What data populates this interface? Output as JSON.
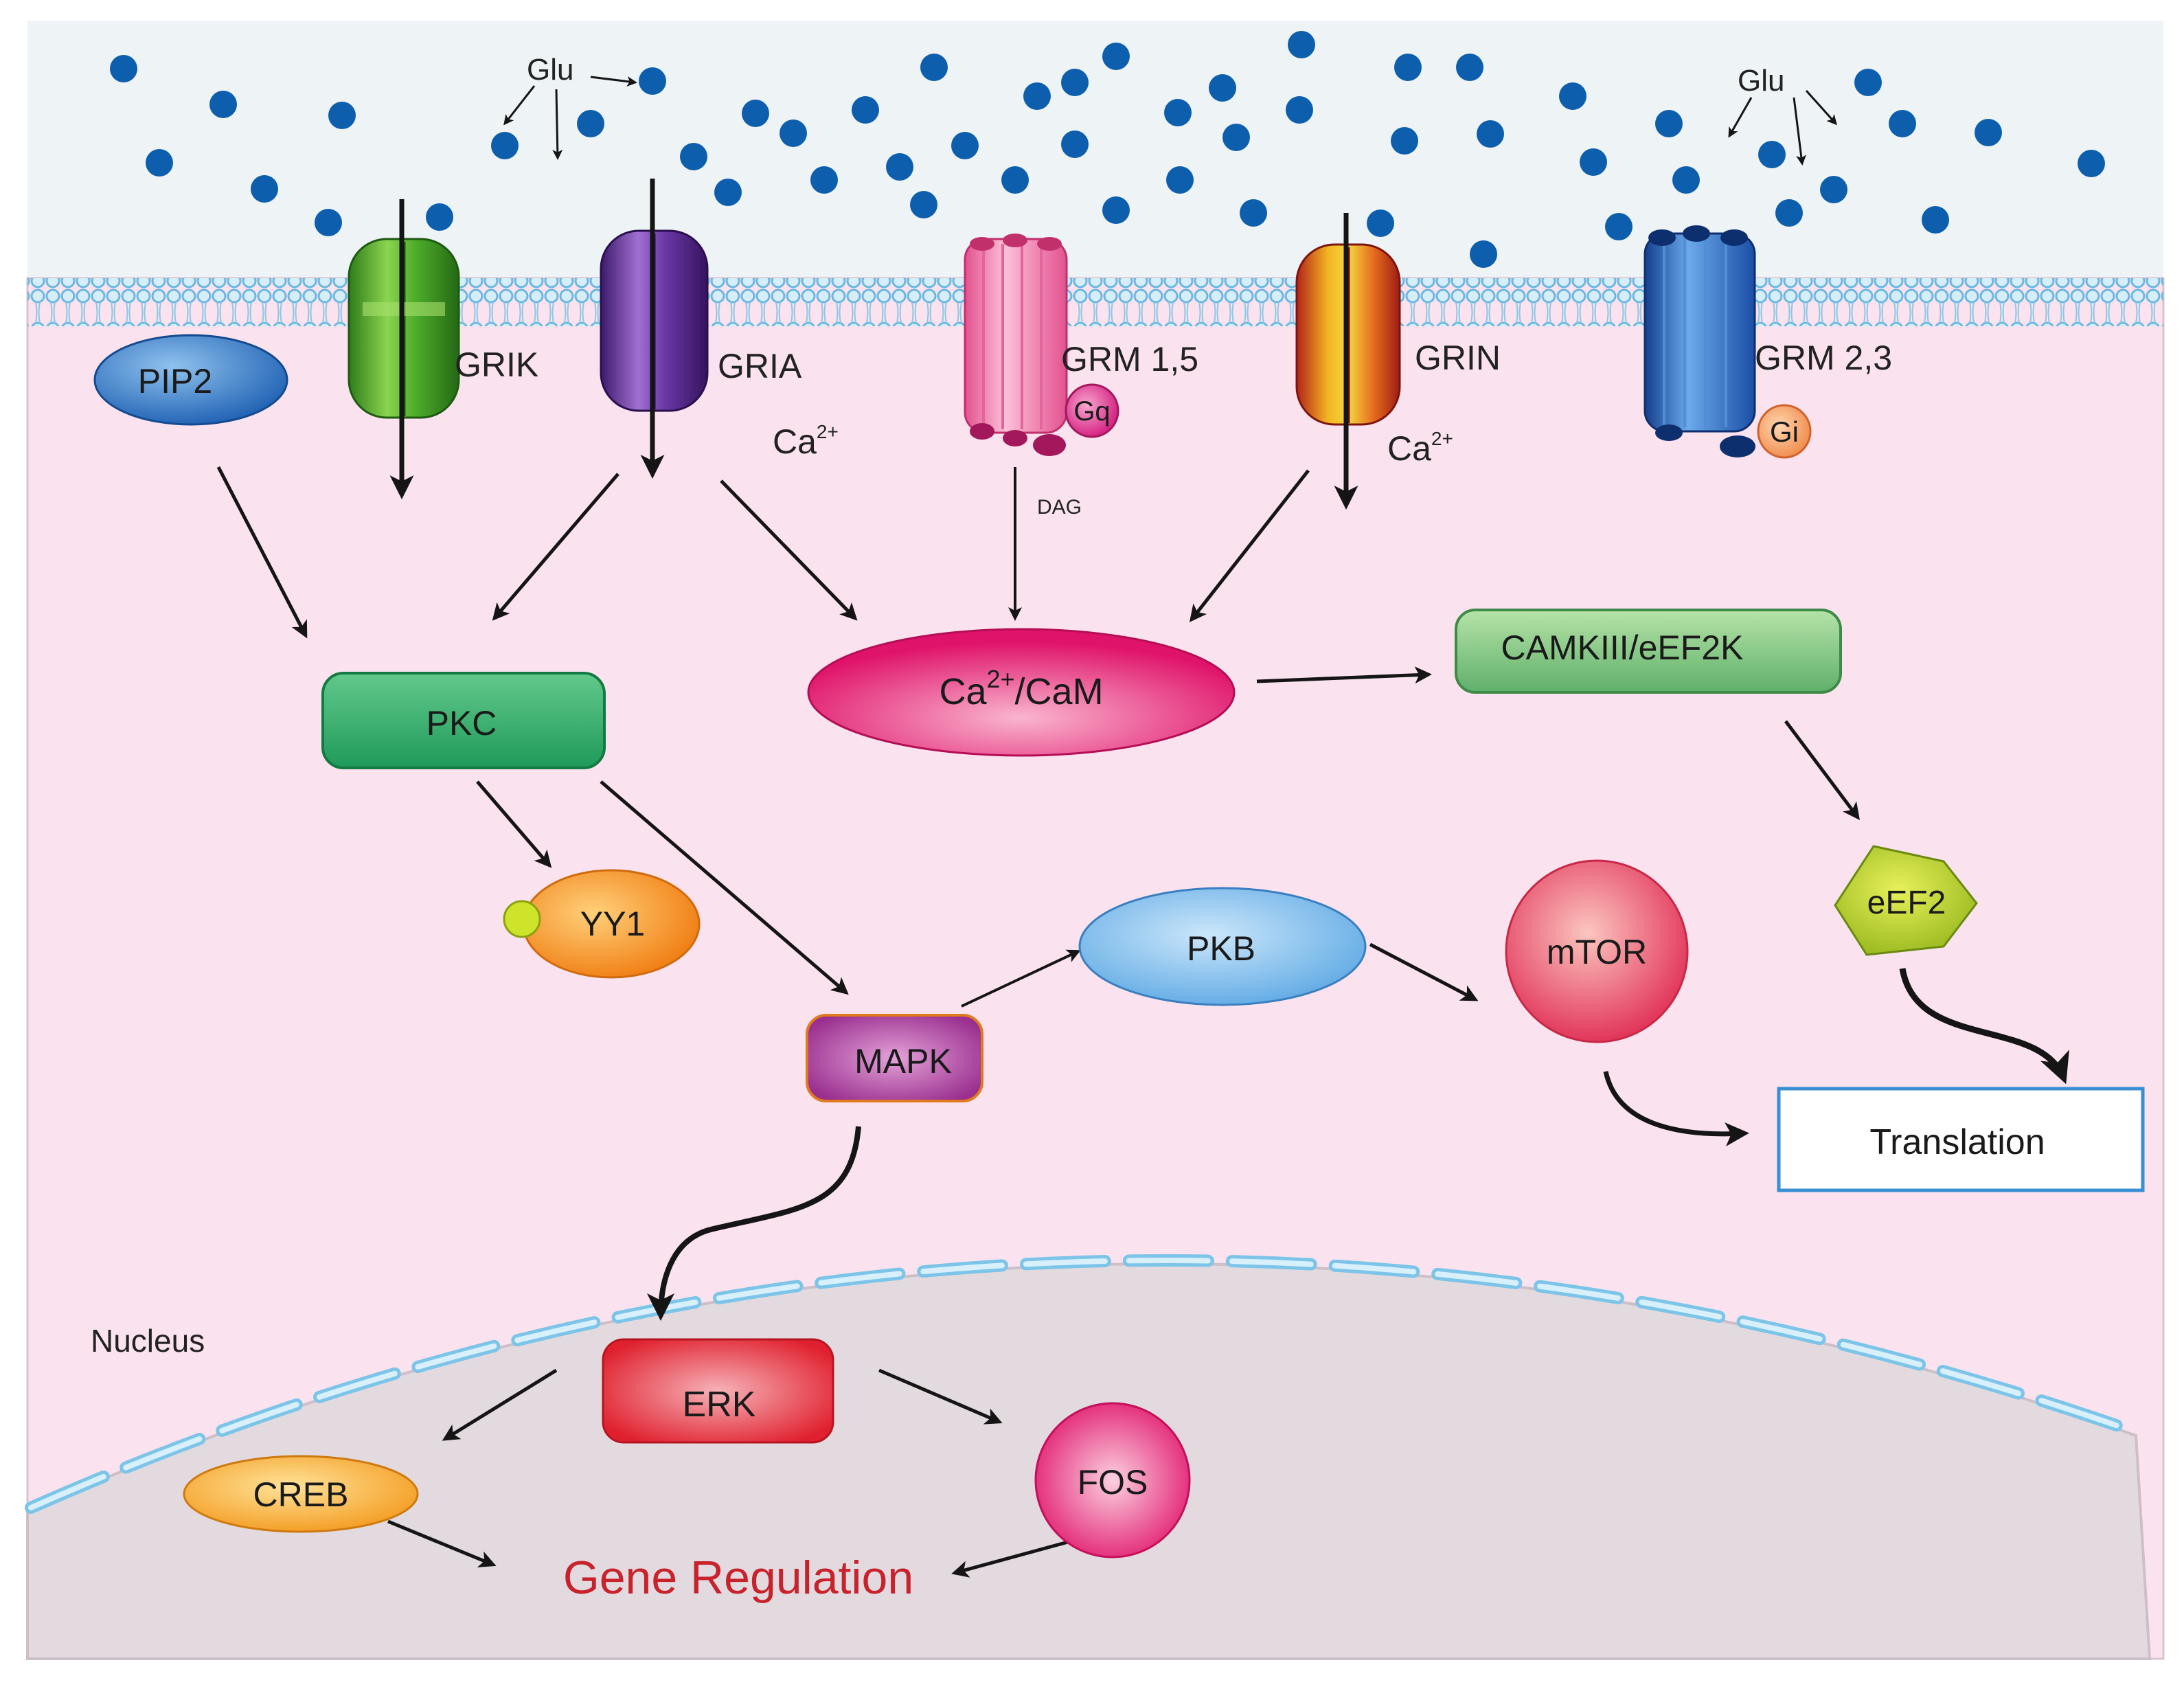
{
  "ligand": {
    "glu_left": "Glu",
    "glu_right": "Glu"
  },
  "receptors": {
    "grik": "GRIK",
    "gria": "GRIA",
    "grm15": "GRM 1,5",
    "grin": "GRIN",
    "grm23": "GRM 2,3"
  },
  "gproteins": {
    "gq": "Gq",
    "gi": "Gi"
  },
  "ions": {
    "ca_left": {
      "base": "Ca",
      "sup": "2+"
    },
    "ca_right": {
      "base": "Ca",
      "sup": "2+"
    },
    "dag": "DAG"
  },
  "nodes": {
    "pip2": "PIP2",
    "pkc": "PKC",
    "cacam": {
      "pre": "Ca",
      "sup": "2+",
      "post": "/CaM"
    },
    "camk": "CAMKIII/eEF2K",
    "yy1": "YY1",
    "mapk": "MAPK",
    "pkb": "PKB",
    "mtor": "mTOR",
    "eef2": "eEF2",
    "translation": "Translation",
    "erk": "ERK",
    "creb": "CREB",
    "fos": "FOS",
    "gene_regulation": "Gene Regulation",
    "nucleus": "Nucleus"
  },
  "colors": {
    "extracellular": "#eef3f6",
    "cytoplasm": "#fae3ee",
    "nucleus": "#e3dadf",
    "glutamate": "#0d5fae",
    "membrane": "#7cc4e8",
    "gene_regulation": "#c8232c"
  }
}
